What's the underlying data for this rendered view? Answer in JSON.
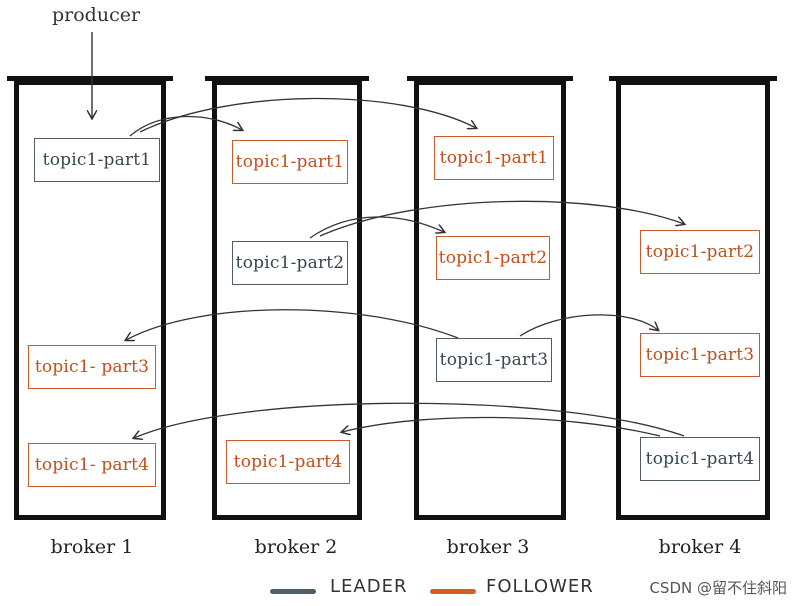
{
  "producer_label": "producer",
  "brokers": [
    {
      "label": "broker 1"
    },
    {
      "label": "broker 2"
    },
    {
      "label": "broker 3"
    },
    {
      "label": "broker 4"
    }
  ],
  "partitions": {
    "b1_p1": "topic1-part1",
    "b1_p3": "topic1- part3",
    "b1_p4": "topic1- part4",
    "b2_p1": "topic1-part1",
    "b2_p2": "topic1-part2",
    "b2_p4": "topic1-part4",
    "b3_p1": "topic1-part1",
    "b3_p2": "topic1-part2",
    "b3_p3": "topic1-part3",
    "b4_p2": "topic1-part2",
    "b4_p3": "topic1-part3",
    "b4_p4": "topic1-part4"
  },
  "legend": {
    "leader": "LEADER",
    "follower": "FOLLOWER",
    "leader_color": "#4e5d68",
    "follower_color": "#d2601f"
  },
  "watermark": "CSDN @留不住斜阳"
}
